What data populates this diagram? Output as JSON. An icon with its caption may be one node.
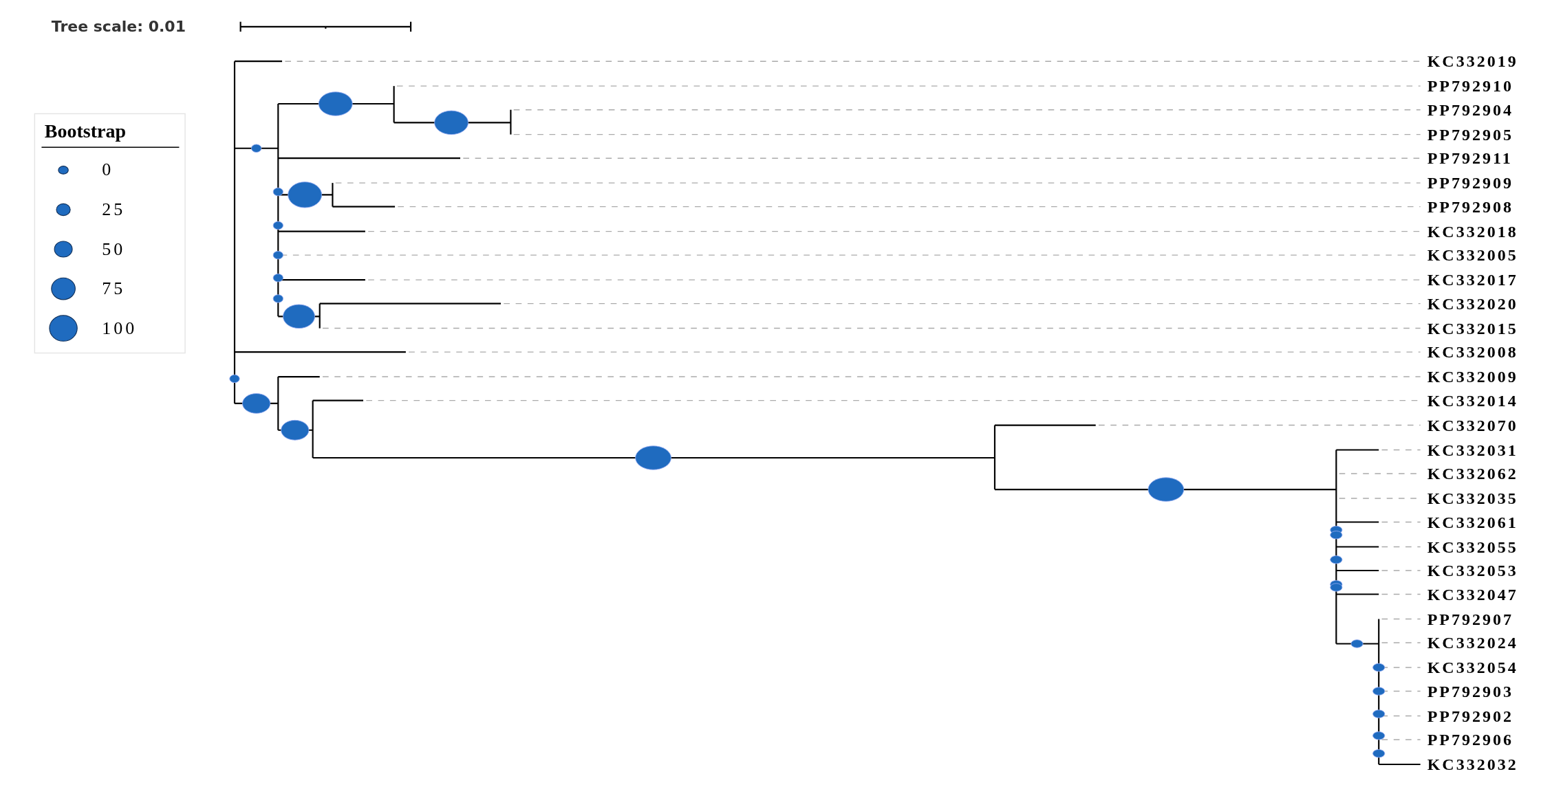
{
  "diagram": {
    "labels": [
      "Tree scale: 0.01",
      "Bootstrap",
      "KC332019",
      "PP792910",
      "PP792904",
      "PP792905",
      "PP792911",
      "PP792909",
      "PP792908",
      "KC332018",
      "KC332005",
      "KC332017",
      "KC332020",
      "KC332015",
      "KC332008",
      "KC332009",
      "KC332014",
      "KC332070",
      "KC332031",
      "KC332062",
      "KC332035",
      "KC332061",
      "KC332055",
      "KC332053",
      "KC332047",
      "PP792907",
      "KC332024",
      "KC332054",
      "PP792903",
      "PP792902",
      "PP792906",
      "KC332032"
    ],
    "legend": [
      {
        "text": "0"
      },
      {
        "text": "25"
      },
      {
        "text": "50"
      },
      {
        "text": "75"
      },
      {
        "text": "100"
      }
    ]
  }
}
